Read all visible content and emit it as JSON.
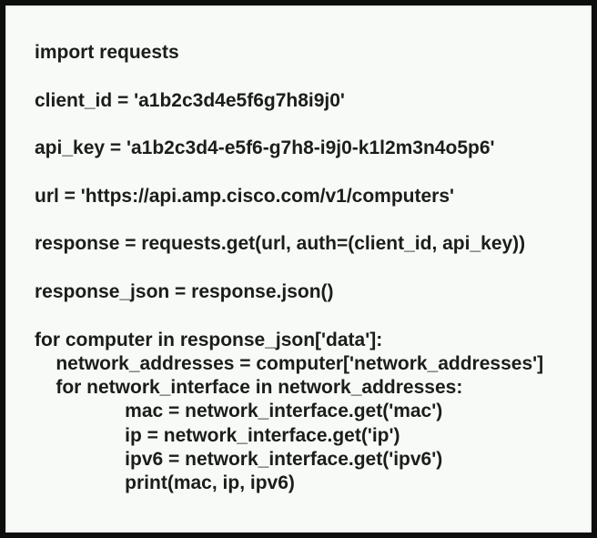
{
  "panel": {
    "description": "python-code-snippet",
    "background_color": "#f7faf7",
    "border_color": "#0e0e0e",
    "text_color": "#1c1c1c"
  },
  "code": {
    "language": "python",
    "lines": [
      "import requests",
      "",
      "client_id = 'a1b2c3d4e5f6g7h8i9j0'",
      "",
      "api_key = 'a1b2c3d4-e5f6-g7h8-i9j0-k1l2m3n4o5p6'",
      "",
      "url = 'https://api.amp.cisco.com/v1/computers'",
      "",
      "response = requests.get(url, auth=(client_id, api_key))",
      "",
      "response_json = response.json()",
      "",
      "for computer in response_json['data']:",
      "    network_addresses = computer['network_addresses']",
      "    for network_interface in network_addresses:",
      "                 mac = network_interface.get('mac')",
      "                 ip = network_interface.get('ip')",
      "                 ipv6 = network_interface.get('ipv6')",
      "                 print(mac, ip, ipv6)"
    ]
  }
}
